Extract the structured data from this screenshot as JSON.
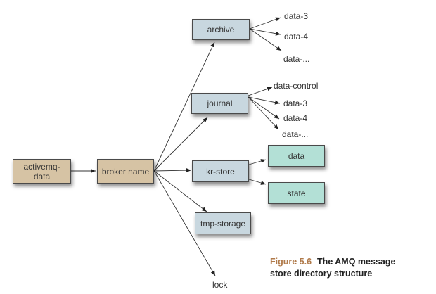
{
  "nodes": {
    "activemq_data": "activemq-\ndata",
    "broker_name": "broker name",
    "archive": "archive",
    "journal": "journal",
    "kr_store": "kr-store",
    "tmp_storage": "tmp-storage",
    "data": "data",
    "state": "state"
  },
  "leaves": {
    "archive": [
      "data-3",
      "data-4",
      "data-..."
    ],
    "journal": [
      "data-control",
      "data-3",
      "data-4",
      "data-..."
    ],
    "lock": "lock"
  },
  "caption": {
    "number": "Figure 5.6",
    "text": "The AMQ message",
    "text2": "store directory structure"
  },
  "colors": {
    "tan": "#d6c3a4",
    "blue": "#c8d7df",
    "green": "#b3e0d6",
    "caption_accent": "#b07a4a"
  }
}
